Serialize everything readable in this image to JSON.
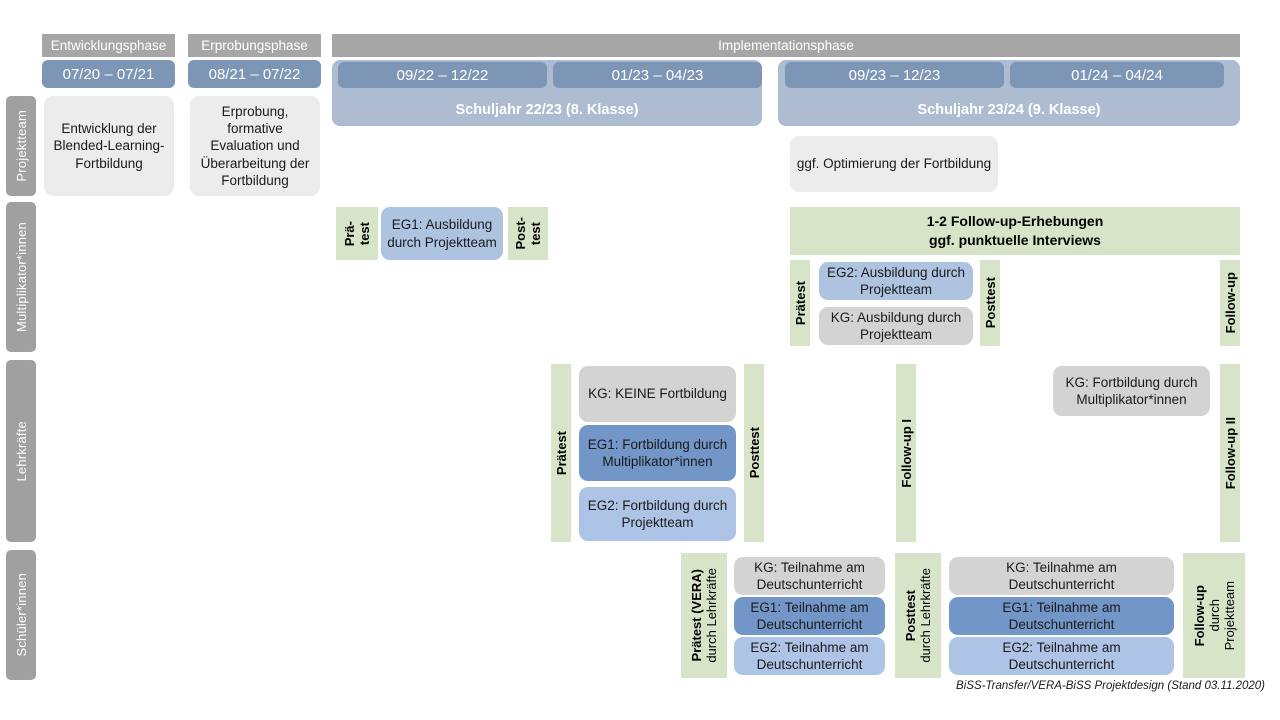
{
  "diagram": {
    "footer": "BiSS-Transfer/VERA-BiSS Projektdesign (Stand 03.11.2020)"
  },
  "phases": [
    {
      "name": "Entwicklungsphase"
    },
    {
      "name": "Erprobungsphase"
    },
    {
      "name": "Implementationsphase"
    }
  ],
  "periods": [
    {
      "label": "07/20 – 07/21"
    },
    {
      "label": "08/21 – 07/22"
    },
    {
      "label": "09/22 – 12/22"
    },
    {
      "label": "01/23 – 04/23"
    },
    {
      "label": "09/23 – 12/23"
    },
    {
      "label": "01/24 – 04/24"
    }
  ],
  "school_years": [
    {
      "label": "Schuljahr 22/23 (8. Klasse)"
    },
    {
      "label": "Schuljahr 23/24 (9. Klasse)"
    }
  ],
  "rows": [
    {
      "label": "Projektteam"
    },
    {
      "label": "Multiplikator*innen"
    },
    {
      "label": "Lehrkräfte"
    },
    {
      "label": "Schüler*innen"
    }
  ],
  "projektteam": {
    "entwicklung": "Entwicklung der Blended-Learning-Fortbildung",
    "erprobung": "Erprobung, formative Evaluation und Überarbeitung der Fortbildung",
    "optimierung": "ggf. Optimierung der Fortbildung"
  },
  "multiplikatoren": {
    "praetest_a": "Prä-",
    "praetest_b": "test",
    "eg1": "EG1: Ausbildung durch Projektteam",
    "posttest_a": "Post-",
    "posttest_b": "test",
    "followup_banner": "1-2 Follow-up-Erhebungen\nggf. punktuelle Interviews",
    "followup_banner_l1": "1-2 Follow-up-Erhebungen",
    "followup_banner_l2": "ggf. punktuelle Interviews",
    "praetest2": "Prätest",
    "eg2": "EG2: Ausbildung durch Projektteam",
    "kg": "KG: Ausbildung durch Projektteam",
    "posttest2": "Posttest",
    "followup": "Follow-up"
  },
  "lehrkraefte": {
    "praetest": "Prätest",
    "kg": "KG:  KEINE Fortbildung",
    "eg1": "EG1: Fortbildung durch Multiplikator*innen",
    "eg2": "EG2: Fortbildung durch Projektteam",
    "posttest": "Posttest",
    "followup1": "Follow-up I",
    "kg2": "KG: Fortbildung durch Multiplikator*innen",
    "followup2": "Follow-up II"
  },
  "schueler": {
    "praetest_main": "Prätest (VERA)",
    "praetest_sub": "durch Lehrkräfte",
    "posttest_main": "Posttest",
    "posttest_sub": "durch Lehrkräfte",
    "followup_main": "Follow-up",
    "followup_sub1": "durch",
    "followup_sub2": "Projektteam",
    "block1": [
      {
        "text": "KG: Teilnahme am Deutschunterricht",
        "style": "grey2"
      },
      {
        "text": "EG1: Teilnahme am Deutschunterricht",
        "style": "blue-dark"
      },
      {
        "text": "EG2: Teilnahme am Deutschunterricht",
        "style": "blue-pale"
      }
    ],
    "block2": [
      {
        "text": "KG: Teilnahme am Deutschunterricht",
        "style": "grey2"
      },
      {
        "text": "EG1: Teilnahme am Deutschunterricht",
        "style": "blue-dark"
      },
      {
        "text": "EG2: Teilnahme am Deutschunterricht",
        "style": "blue-pale"
      }
    ]
  },
  "colors": {
    "phase_grey": "#a6a6a6",
    "period_blue": "#7d96b5",
    "schoolyear_blue": "#aebcd1",
    "row_label_grey": "#a0a0a0",
    "green": "#d7e4c7",
    "box_grey": "#ececec",
    "box_grey2": "#d3d3d3",
    "blue_dark": "#7396c8",
    "blue_light": "#aec3e0"
  }
}
